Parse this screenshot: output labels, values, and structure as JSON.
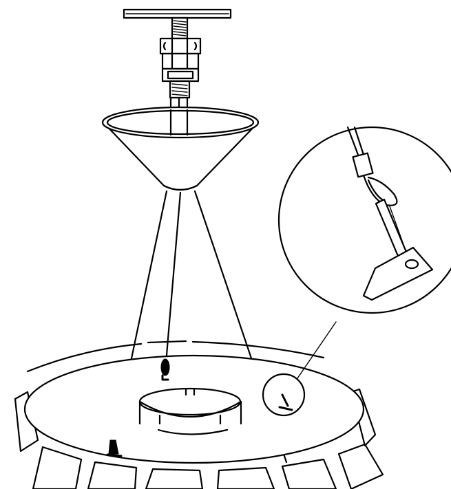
{
  "figure": {
    "kind": "technical line illustration",
    "parts": [
      "ceiling-mount",
      "threaded-rod-assembly",
      "funnel-hood",
      "suspension-wires",
      "platform-disc",
      "center-ring",
      "perimeter-panels",
      "detail-callout"
    ],
    "colors": {
      "ink": "#000000",
      "background": "#ffffff"
    }
  }
}
